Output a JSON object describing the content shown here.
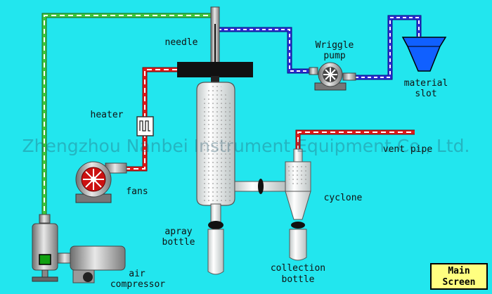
{
  "labels": {
    "needle": "needle",
    "wriggle_pump_1": "Wriggle",
    "wriggle_pump_2": "pump",
    "material_slot_1": "material",
    "material_slot_2": "slot",
    "heater": "heater",
    "fans": "fans",
    "vent_pipe": "vent pipe",
    "cyclone": "cyclone",
    "spray_bottle_1": "apray",
    "spray_bottle_2": "bottle",
    "collection_bottle_1": "collection",
    "collection_bottle_2": "bottle",
    "air_compressor_1": "air",
    "air_compressor_2": "compressor"
  },
  "watermark": "Zhengzhou Nanbei Instrument Equipment Co., Ltd.",
  "main_screen_button": {
    "line1": "Main",
    "line2": "Screen"
  },
  "colors": {
    "background": "#22e6ee",
    "air_line": "#2aa52a",
    "liquid_line": "#1a1aaa",
    "hot_line": "#e01818",
    "material_slot": "#1060ff",
    "button_bg": "#ffff80"
  }
}
